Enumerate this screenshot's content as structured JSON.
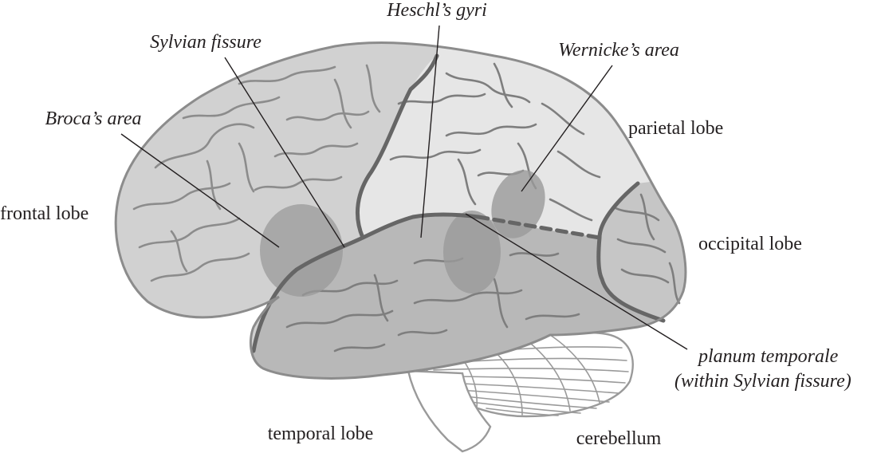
{
  "labels": {
    "heschls_gyri": "Heschl’s gyri",
    "sylvian_fissure": "Sylvian fissure",
    "wernickes_area": "Wernicke’s area",
    "brocas_area": "Broca’s area",
    "parietal_lobe": "parietal lobe",
    "frontal_lobe": "frontal lobe",
    "occipital_lobe": "occipital lobe",
    "planum_temporale_line1": "planum temporale",
    "planum_temporale_line2": "(within Sylvian fissure)",
    "temporal_lobe": "temporal lobe",
    "cerebellum": "cerebellum"
  },
  "colors": {
    "frontal_fill": "#d1d1d1",
    "parietal_fill": "#e6e6e6",
    "occipital_fill": "#c6c6c6",
    "temporal_fill": "#b8b8b8",
    "area_fill": "#9a9a9a",
    "boundary": "#666666",
    "text": "#231f20"
  }
}
